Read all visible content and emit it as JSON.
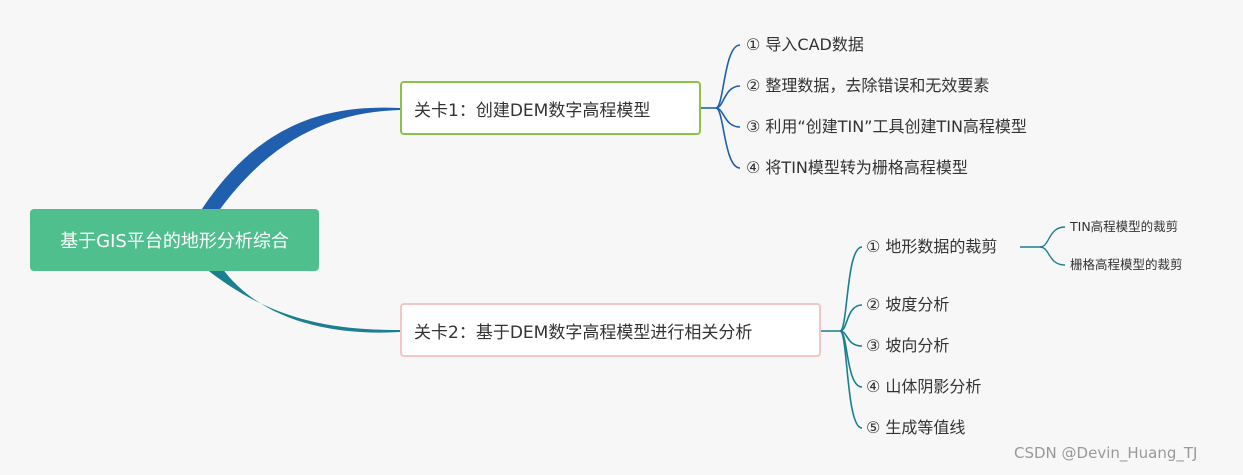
{
  "root": {
    "label": "基于GIS平台的地形分析综合"
  },
  "branches": [
    {
      "label": "关卡1：创建DEM数字高程模型",
      "items": [
        {
          "label": "① 导入CAD数据"
        },
        {
          "label": "② 整理数据，去除错误和无效要素"
        },
        {
          "label": "③ 利用“创建TIN”工具创建TIN高程模型"
        },
        {
          "label": "④ 将TIN模型转为栅格高程模型"
        }
      ]
    },
    {
      "label": "关卡2：基于DEM数字高程模型进行相关分析",
      "items": [
        {
          "label": "① 地形数据的裁剪",
          "children": [
            {
              "label": "TIN高程模型的裁剪"
            },
            {
              "label": "栅格高程模型的裁剪"
            }
          ]
        },
        {
          "label": "② 坡度分析"
        },
        {
          "label": "③ 坡向分析"
        },
        {
          "label": "④ 山体阴影分析"
        },
        {
          "label": "⑤ 生成等值线"
        }
      ]
    }
  ],
  "colors": {
    "root": "#4fc08d",
    "branch1_link": "#1f5fad",
    "branch2_link": "#1a7f90",
    "branch1_border": "#8bc34a",
    "branch2_border": "#f5c5c5"
  },
  "watermark": "CSDN @Devin_Huang_TJ"
}
